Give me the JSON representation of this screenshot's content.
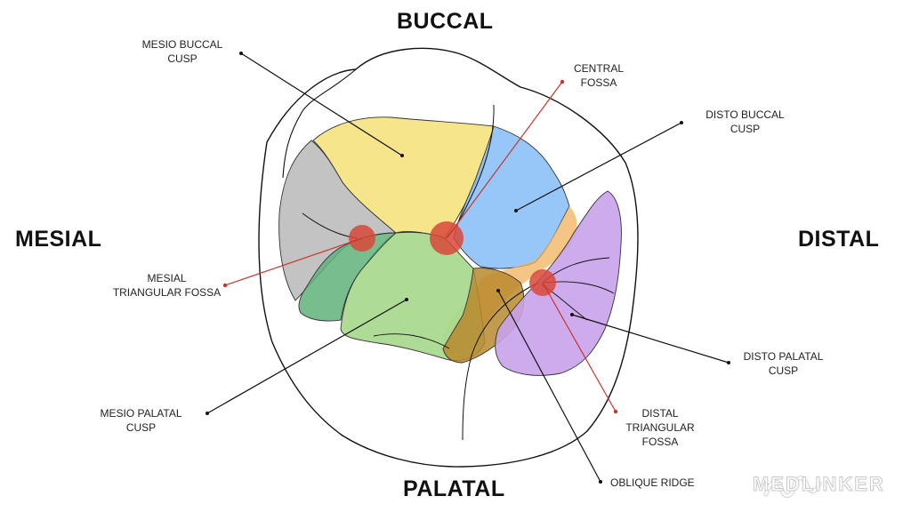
{
  "directions": {
    "buccal": "BUCCAL",
    "mesial": "MESIAL",
    "distal": "DISTAL",
    "palatal": "PALATAL"
  },
  "labels": {
    "mesio_buccal_cusp": [
      "MESIO BUCCAL",
      "CUSP"
    ],
    "central_fossa": [
      "CENTRAL",
      "FOSSA"
    ],
    "disto_buccal_cusp": [
      "DISTO BUCCAL",
      "CUSP"
    ],
    "mesial_triangular_fossa": [
      "MESIAL",
      "TRIANGULAR FOSSA"
    ],
    "disto_palatal_cusp": [
      "DISTO PALATAL",
      "CUSP"
    ],
    "mesio_palatal_cusp": [
      "MESIO PALATAL",
      "CUSP"
    ],
    "distal_triangular_fossa": [
      "DISTAL",
      "TRIANGULAR",
      "FOSSA"
    ],
    "oblique_ridge": [
      "OBLIQUE RIDGE"
    ]
  },
  "watermark": "MEDLINKER",
  "colors": {
    "mesio_buccal": "#f5e27e",
    "disto_buccal": "#8cc1f7",
    "mesial_gray": "#b9b9b9",
    "mesio_palatal": "#a7d98d",
    "mesial_marginal": "#5fb27a",
    "disto_palatal": "#c9a2ea",
    "oblique_ridge": "#b8892e",
    "distal_fossa_orange": "#f2b25c",
    "fossa_marker": "#d8483a",
    "leader_black": "#111111",
    "leader_red": "#c9332a"
  }
}
